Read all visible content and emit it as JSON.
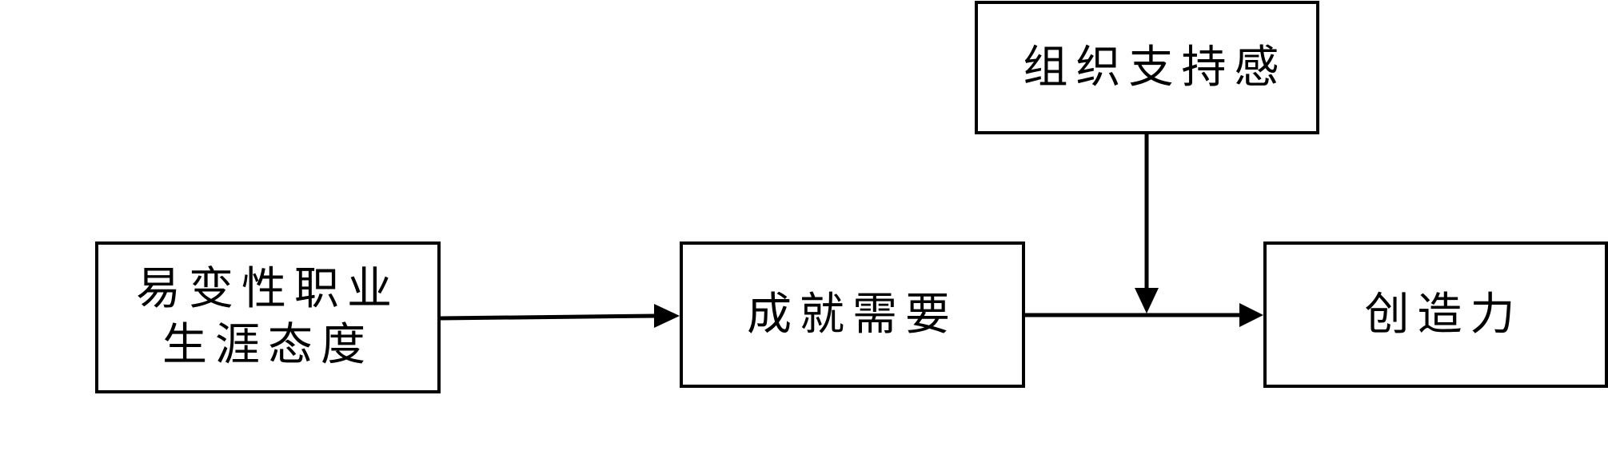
{
  "diagram": {
    "nodes": {
      "career_attitude": "易变性职业生涯态度",
      "achievement_need": "成就需要",
      "creativity": "创造力",
      "organizational_support": "组织支持感"
    },
    "edges": [
      {
        "from": "career_attitude",
        "to": "achievement_need"
      },
      {
        "from": "achievement_need",
        "to": "creativity"
      },
      {
        "from": "organizational_support",
        "to": "achievement_need_creativity_path"
      }
    ],
    "line_color": "#000000",
    "box_border_color": "#000000"
  }
}
